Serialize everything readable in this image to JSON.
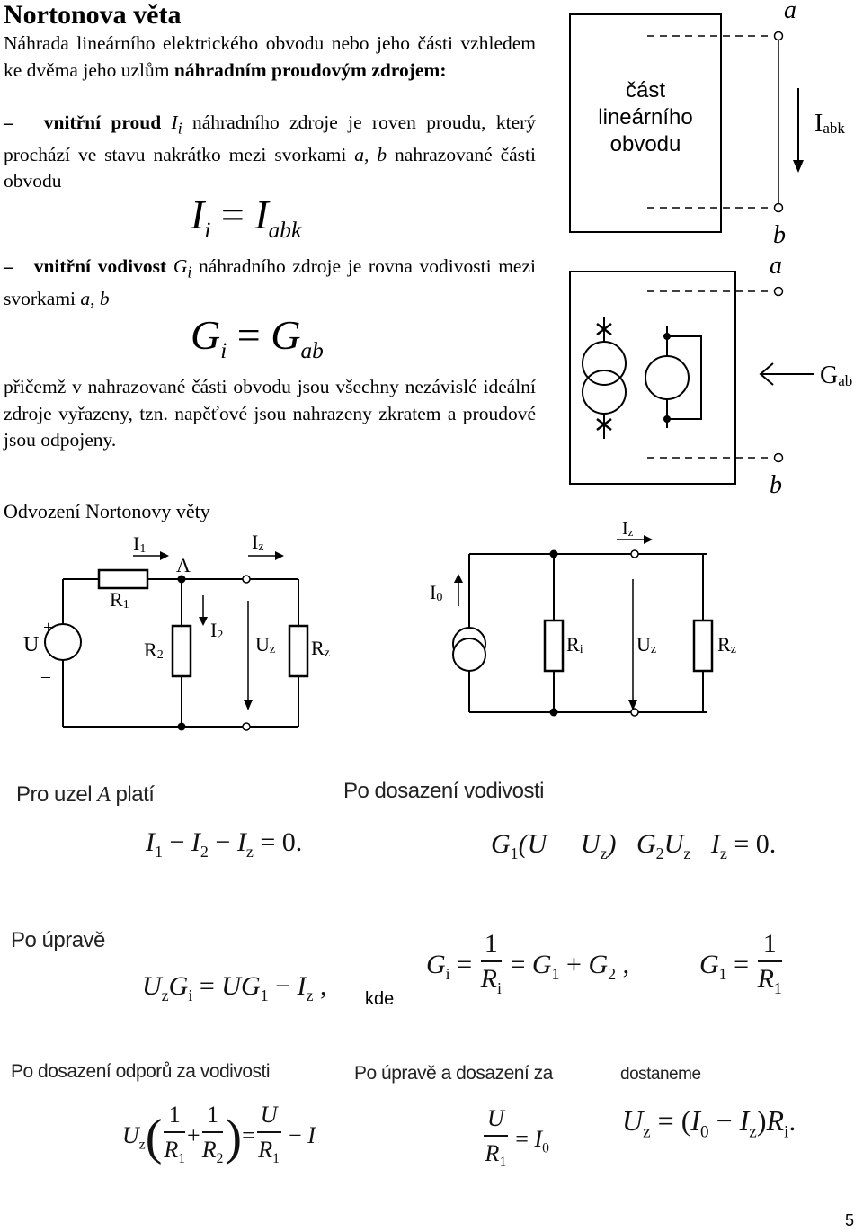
{
  "title": "Nortonova věta",
  "intro": {
    "t1": "Náhrada lineárního elektrického obvodu nebo jeho části vzhledem ke dvěma jeho uzlům ",
    "t1b": "náhradním proudovým zdrojem:"
  },
  "item1": {
    "dash": "–",
    "bold": "vnitřní proud",
    "sym": "I",
    "sub": "i",
    "text": " náhradního zdroje je roven proudu, který prochází ve stavu nakrátko mezi svorkami ",
    "ab": "a, b",
    "text2": " nahrazované části obvodu"
  },
  "eq1": {
    "lhs": "I",
    "lhs_sub": "i",
    "eq": "=",
    "rhs": "I",
    "rhs_sub": "abk"
  },
  "item2": {
    "dash": "–",
    "bold": "vnitřní vodivost",
    "sym": "G",
    "sub": "i",
    "text": " náhradního zdroje je rovna vodivosti mezi svorkami ",
    "ab": "a, b"
  },
  "eq2": {
    "lhs": "G",
    "lhs_sub": "i",
    "eq": "=",
    "rhs": "G",
    "rhs_sub": "ab"
  },
  "note": "přičemž v nahrazované části obvodu jsou všechny nezávislé ideální zdroje vyřazeny, tzn. napěťové jsou nahrazeny zkratem a proudové jsou odpojeny.",
  "fig_top": {
    "label_a": "a",
    "label_b": "b",
    "box_line1": "část",
    "box_line2": "lineárního",
    "box_line3": "obvodu",
    "current": "I",
    "current_sub": "abk"
  },
  "fig_mid": {
    "label_a": "a",
    "label_b": "b",
    "conductance": "G",
    "conductance_sub": "ab"
  },
  "derivation_heading": "Odvození Nortonovy věty",
  "circuit1": {
    "I1": "I",
    "I1_sub": "1",
    "node": "A",
    "Iz": "I",
    "Iz_sub": "z",
    "R1": "R",
    "R1_sub": "1",
    "U": "U",
    "plus": "+",
    "minus": "–",
    "R2": "R",
    "R2_sub": "2",
    "I2": "I",
    "I2_sub": "2",
    "Uz": "U",
    "Uz_sub": "z",
    "Rz": "R",
    "Rz_sub": "z"
  },
  "circuit2": {
    "Iz": "I",
    "Iz_sub": "z",
    "I0": "I",
    "I0_sub": "0",
    "Ri": "R",
    "Ri_sub": "i",
    "Uz": "U",
    "Uz_sub": "z",
    "Rz": "R",
    "Rz_sub": "z"
  },
  "step1": {
    "label_left_a": "Pro uzel ",
    "label_left_b": "A",
    "label_left_c": " platí",
    "label_right": "Po dosazení vodivosti"
  },
  "step2": {
    "label": "Po úpravě",
    "kde": "kde"
  },
  "step3": {
    "label_left": "Po dosazení odporů za vodivosti",
    "label_mid": "Po úpravě a dosazení za",
    "label_right": "dostaneme"
  },
  "math": {
    "kcl": {
      "a": "I",
      "a_sub": "1",
      "op1": " − ",
      "b": "I",
      "b_sub": "2",
      "op2": " − ",
      "c": "I",
      "c_sub": "z",
      "tail": " = 0."
    },
    "subst": {
      "g1": "G",
      "g1_sub": "1",
      "p1": "(U",
      "gap": "     ",
      "uz": "U",
      "uz_sub": "z",
      "p2": ")",
      "g2": "G",
      "g2_sub": "2",
      "u2": "U",
      "u2_sub": "z",
      "iz": "I",
      "iz_sub": "z",
      "tail": " = 0."
    },
    "rearr": {
      "u": "U",
      "u_sub": "z",
      "g": "G",
      "g_sub": "i",
      "eq": " = ",
      "u2": "UG",
      "u2_sub": "1",
      "op": " − ",
      "i": "I",
      "i_sub": "z",
      "tail": " ,"
    },
    "gi": {
      "g": "G",
      "g_sub": "i",
      "eq": " = ",
      "num": "1",
      "den": "R",
      "den_sub": "i",
      "eq2": " = ",
      "g1": "G",
      "g1_sub": "1",
      "plus": " + ",
      "g2": "G",
      "g2_sub": "2",
      "tail": " ,"
    },
    "g1": {
      "g": "G",
      "g_sub": "1",
      "eq": " = ",
      "num": "1",
      "den": "R",
      "den_sub": "1"
    },
    "final1": {
      "u": "U",
      "u_sub": "z",
      "n1": "1",
      "d1": "R",
      "d1_sub": "1",
      "plus": "+",
      "n2": "1",
      "d2": "R",
      "d2_sub": "2",
      "eq": "=",
      "n3": "U",
      "d3": "R",
      "d3_sub": "1",
      "minus": " − ",
      "i": "I"
    },
    "final2": {
      "num": "U",
      "den": "R",
      "den_sub": "1",
      "eq": " = ",
      "i": "I",
      "i_sub": "0"
    },
    "final3": {
      "u": "U",
      "u_sub": "z",
      "eq": " = (",
      "i0": "I",
      "i0_sub": "0",
      "minus": " − ",
      "iz": "I",
      "iz_sub": "z",
      "close": ")",
      "r": "R",
      "r_sub": "i",
      "tail": "."
    }
  },
  "page_number": "5"
}
